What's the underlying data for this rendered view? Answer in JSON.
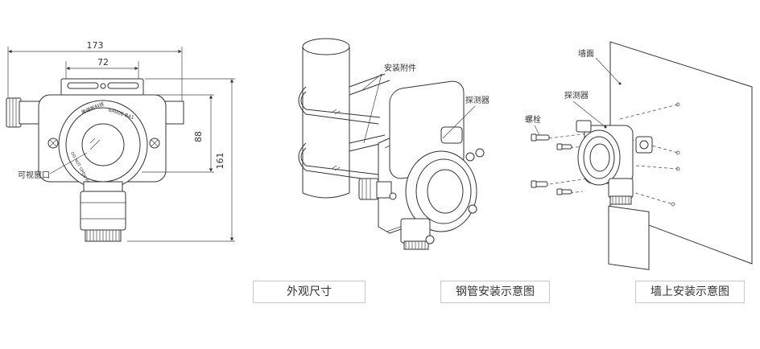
{
  "dimensions": {
    "total_width": "173",
    "inner_width": "72",
    "window_height": "88",
    "total_height": "161"
  },
  "labels": {
    "viewing_window": "可视窗口",
    "mounting_accessory": "安装附件",
    "detector_pipe": "探测器",
    "wall_surface": "墙面",
    "detector_wall": "探测器",
    "bolt": "螺栓"
  },
  "device_markings": {
    "brand": "奥德斯科技",
    "model": "BA006 B41",
    "warning": "DO NOT OPEN WITH POWER ON"
  },
  "captions": {
    "dimensions": "外观尺寸",
    "pipe_mount": "钢管安装示意图",
    "wall_mount": "墙上安装示意图"
  }
}
